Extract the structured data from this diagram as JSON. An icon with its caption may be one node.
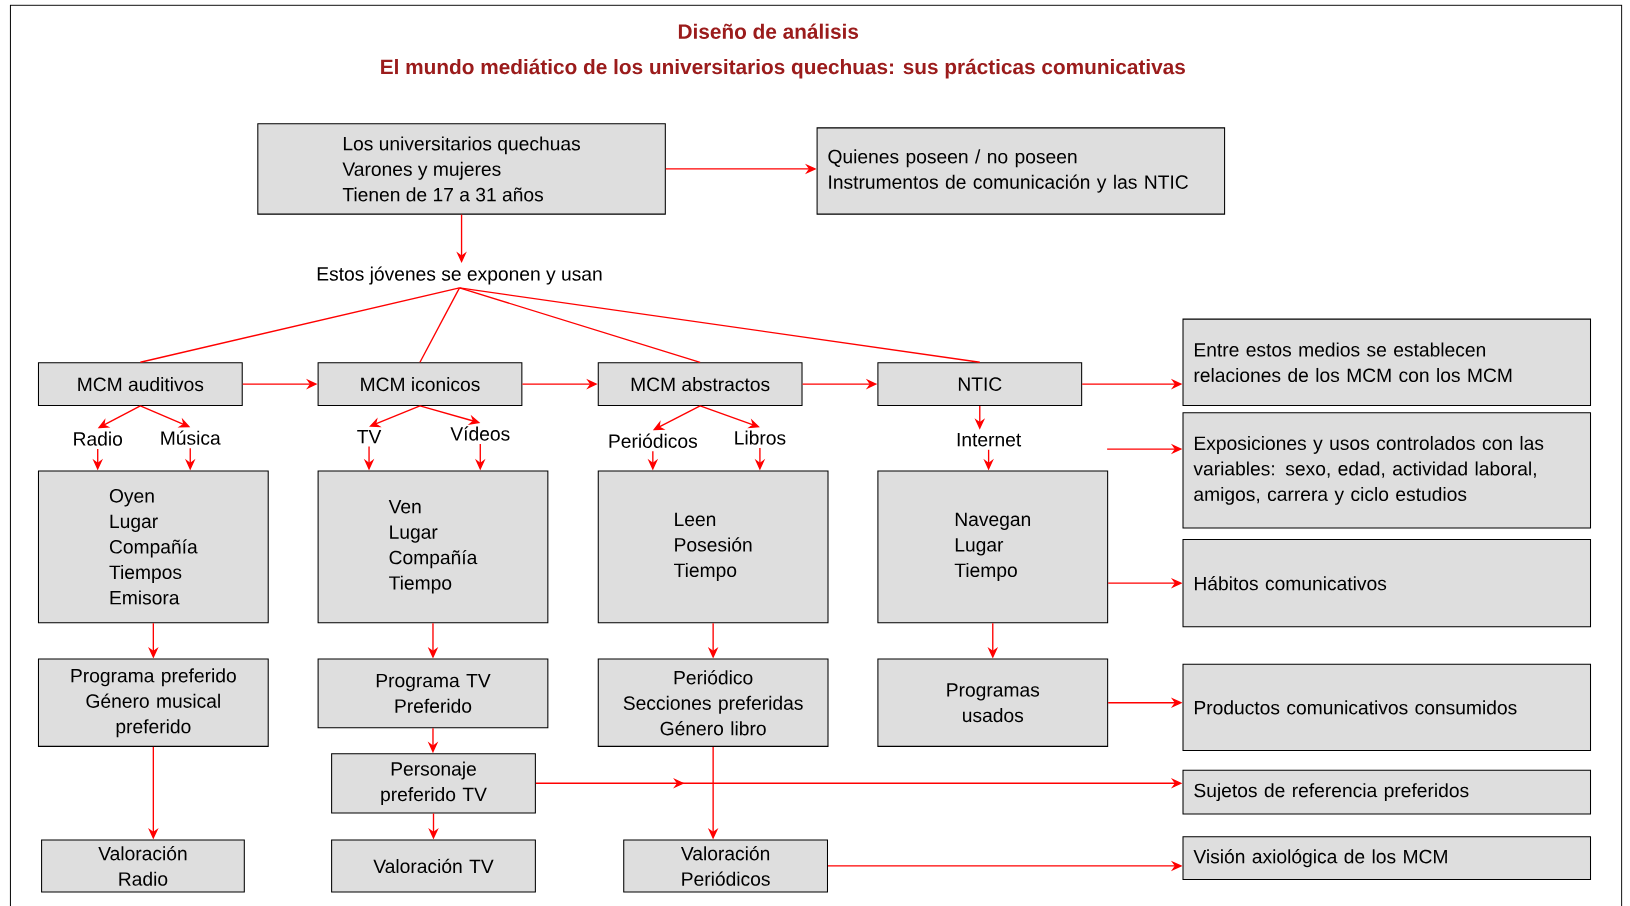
{
  "diagram": {
    "title": "Diseño de análisis",
    "nodes": [
      {
        "text": [
          "Los universitarios quechuas",
          "Varones  y mujeres",
          "Tienen de 17 a 31 años"
        ]
      },
      {
        "text": [
          "Quienes poseen / no poseen",
          "Instrumentos de comunicación y las NTIC"
        ]
      },
      {
        "text": [
          "Estos jóvenes se exponen y usan"
        ]
      },
      {
        "text": [
          "MCM auditivos"
        ]
      },
      {
        "text": [
          "MCM iconicos"
        ]
      },
      {
        "text": [
          "MCM abstractos"
        ]
      },
      {
        "text": [
          "NTIC"
        ]
      },
      {
        "text": [
          "Radio"
        ]
      },
      {
        "text": [
          "Música"
        ]
      },
      {
        "text": [
          "TV"
        ]
      },
      {
        "text": [
          "Vídeos"
        ]
      },
      {
        "text": [
          "Periódicos"
        ]
      },
      {
        "text": [
          "Libros"
        ]
      },
      {
        "text": [
          "Internet"
        ]
      },
      {
        "text": [
          "Oyen",
          "Lugar",
          "Compañía",
          "Tiempos",
          "Emisora"
        ]
      },
      {
        "text": [
          "Ven",
          "Lugar",
          "Compañía",
          "Tiempo"
        ]
      },
      {
        "text": [
          "Leen",
          "Posesión",
          "Tiempo"
        ]
      },
      {
        "text": [
          "Navegan",
          "Lugar",
          "Tiempo"
        ]
      },
      {
        "text": [
          "Programa preferido",
          "Género musical preferido"
        ]
      },
      {
        "text": [
          "Programa TV",
          "Preferido"
        ]
      },
      {
        "text": [
          "Periódico",
          "Secciones preferidas",
          "Género libro"
        ]
      },
      {
        "text": [
          "Programas usados"
        ]
      },
      {
        "text": [
          "Personaje preferido TV"
        ]
      },
      {
        "text": [
          "Valoración Radio"
        ]
      },
      {
        "text": [
          "Valoración TV"
        ]
      },
      {
        "text": [
          "Valoración Periódicos"
        ]
      },
      {
        "text": [
          "Entre estos medios se establecen relaciones de los MCM con los MCM"
        ]
      },
      {
        "text": [
          "Exposiciones y usos controlados con las variables: sexo, edad, actividad laboral, amigos, carrera y ciclo estudios"
        ]
      },
      {
        "text": [
          "Hábitos comunicativos"
        ]
      },
      {
        "text": [
          "Productos comunicativos consumidos"
        ]
      },
      {
        "text": [
          "Sujetos de referencia preferidos"
        ]
      },
      {
        "text": [
          "Visión axiológica de los MCM"
        ]
      }
    ],
    "edges": [
      {
        "from": 0,
        "to": 1,
        "arrow": "to"
      },
      {
        "from": 0,
        "to": 2,
        "arrow": "to"
      },
      {
        "from": 2,
        "to": 3,
        "arrow": "none"
      },
      {
        "from": 2,
        "to": 4,
        "arrow": "none"
      },
      {
        "from": 2,
        "to": 5,
        "arrow": "none"
      },
      {
        "from": 2,
        "to": 6,
        "arrow": "none"
      },
      {
        "from": 3,
        "to": 4,
        "arrow": "to"
      },
      {
        "from": 4,
        "to": 5,
        "arrow": "to"
      },
      {
        "from": 5,
        "to": 6,
        "arrow": "to"
      },
      {
        "from": 6,
        "to": 26,
        "arrow": "to"
      },
      {
        "from": null,
        "to": 27,
        "arrow": "to"
      },
      {
        "from": 3,
        "to": 7,
        "arrow": "to"
      },
      {
        "from": 3,
        "to": 8,
        "arrow": "to"
      },
      {
        "from": 4,
        "to": 9,
        "arrow": "to"
      },
      {
        "from": 4,
        "to": 10,
        "arrow": "to"
      },
      {
        "from": 5,
        "to": 11,
        "arrow": "to"
      },
      {
        "from": 5,
        "to": 12,
        "arrow": "to"
      },
      {
        "from": 6,
        "to": 13,
        "arrow": "to"
      },
      {
        "from": 7,
        "to": 14,
        "arrow": "to"
      },
      {
        "from": 8,
        "to": 14,
        "arrow": "to"
      },
      {
        "from": 9,
        "to": 15,
        "arrow": "to"
      },
      {
        "from": 10,
        "to": 15,
        "arrow": "to"
      },
      {
        "from": 11,
        "to": 16,
        "arrow": "to"
      },
      {
        "from": 12,
        "to": 16,
        "arrow": "to"
      },
      {
        "from": 13,
        "to": 17,
        "arrow": "to"
      },
      {
        "from": 14,
        "to": 18,
        "arrow": "to"
      },
      {
        "from": 15,
        "to": 19,
        "arrow": "to"
      },
      {
        "from": 16,
        "to": 20,
        "arrow": "to"
      },
      {
        "from": 17,
        "to": 21,
        "arrow": "to"
      },
      {
        "from": 17,
        "to": 28,
        "arrow": "to"
      },
      {
        "from": 21,
        "to": 29,
        "arrow": "to"
      },
      {
        "from": 18,
        "to": 23,
        "arrow": "to"
      },
      {
        "from": 19,
        "to": 22,
        "arrow": "to"
      },
      {
        "from": 22,
        "to": 24,
        "arrow": "to"
      },
      {
        "from": 20,
        "to": 25,
        "arrow": "to"
      },
      {
        "from": 22,
        "to": 30,
        "arrow": "to"
      },
      {
        "from": 25,
        "to": 31,
        "arrow": "to"
      }
    ],
    "labels": [
      "El mundo mediático de los universitarios quechuas: sus prácticas comunicativas"
    ]
  }
}
